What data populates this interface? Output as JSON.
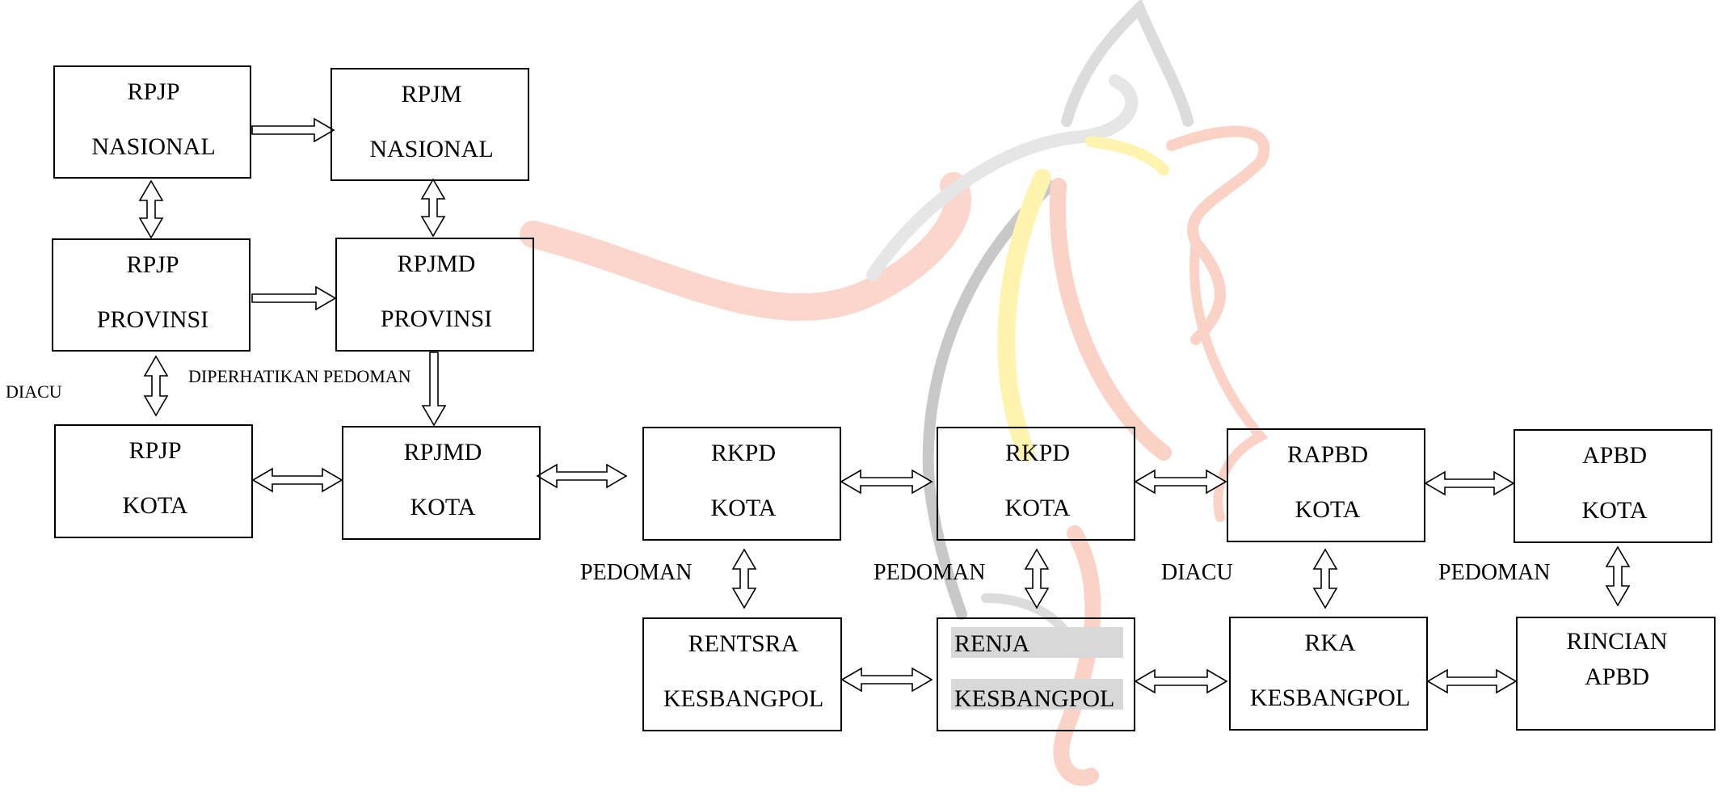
{
  "diagram": {
    "rpjp_nasional": {
      "line1": "RPJP",
      "line2": "NASIONAL"
    },
    "rpjm_nasional": {
      "line1": "RPJM",
      "line2": "NASIONAL"
    },
    "rpjp_provinsi": {
      "line1": "RPJP",
      "line2": "PROVINSI"
    },
    "rpjmd_provinsi": {
      "line1": "RPJMD",
      "line2": "PROVINSI"
    },
    "rpjp_kota": {
      "line1": "RPJP",
      "line2": "KOTA"
    },
    "rpjmd_kota": {
      "line1": "RPJMD",
      "line2": "KOTA"
    },
    "rkpd_kota_1": {
      "line1": "RKPD",
      "line2": "KOTA"
    },
    "rkpd_kota_2": {
      "line1": "RKPD",
      "line2": "KOTA"
    },
    "rapbd_kota": {
      "line1": "RAPBD",
      "line2": "KOTA"
    },
    "apbd_kota": {
      "line1": "APBD",
      "line2": "KOTA"
    },
    "rentsra": {
      "line1": "RENTSRA",
      "line2": "KESBANGPOL"
    },
    "renja": {
      "line1": "RENJA",
      "line2": "KESBANGPOL"
    },
    "rka": {
      "line1": "RKA",
      "line2": "KESBANGPOL"
    },
    "rincian_apbd": {
      "line1": "RINCIAN",
      "line2": "APBD"
    },
    "labels": {
      "diacu_left": "DIACU",
      "diperhatikan": "DIPERHATIKAN PEDOMAN",
      "pedoman_1": "PEDOMAN",
      "pedoman_2": "PEDOMAN",
      "diacu_2": "DIACU",
      "pedoman_3": "PEDOMAN"
    }
  },
  "colors": {
    "border": "#000000",
    "highlight": "#d8d8d8",
    "watermark_red": "#fbd2c6",
    "watermark_yellow": "#fff3b0",
    "watermark_gray": "#dcdcdc"
  }
}
